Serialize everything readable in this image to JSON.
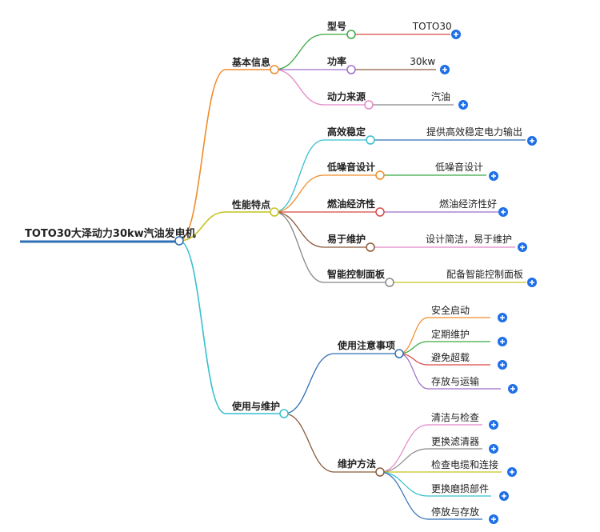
{
  "root": {
    "label": "TOTO30大泽动力30kw汽油发电机",
    "color": "#2e6fb5",
    "children": [
      {
        "label": "基本信息",
        "color": "#f08c2a",
        "children": [
          {
            "label": "型号",
            "color": "#3aa845",
            "children": [
              {
                "label": "TOTO30",
                "color": "#d94848"
              }
            ]
          },
          {
            "label": "功率",
            "color": "#9c6fc7",
            "children": [
              {
                "label": "30kw",
                "color": "#8b5a3c"
              }
            ]
          },
          {
            "label": "动力来源",
            "color": "#e486c6",
            "children": [
              {
                "label": "汽油",
                "color": "#888888"
              }
            ]
          }
        ]
      },
      {
        "label": "性能特点",
        "color": "#c4c21e",
        "children": [
          {
            "label": "高效稳定",
            "color": "#36bfcf",
            "children": [
              {
                "label": "提供高效稳定电力输出",
                "color": "#2e6fb5"
              }
            ]
          },
          {
            "label": "低噪音设计",
            "color": "#f08c2a",
            "children": [
              {
                "label": "低噪音设计",
                "color": "#3aa845"
              }
            ]
          },
          {
            "label": "燃油经济性",
            "color": "#d94848",
            "children": [
              {
                "label": "燃油经济性好",
                "color": "#9c6fc7"
              }
            ]
          },
          {
            "label": "易于维护",
            "color": "#8b5a3c",
            "children": [
              {
                "label": "设计简洁，易于维护",
                "color": "#e486c6"
              }
            ]
          },
          {
            "label": "智能控制面板",
            "color": "#888888",
            "children": [
              {
                "label": "配备智能控制面板",
                "color": "#c4c21e"
              }
            ]
          }
        ]
      },
      {
        "label": "使用与维护",
        "color": "#36bfcf",
        "children": [
          {
            "label": "使用注意事项",
            "color": "#2e6fb5",
            "children": [
              {
                "label": "安全启动",
                "color": "#f08c2a"
              },
              {
                "label": "定期维护",
                "color": "#3aa845"
              },
              {
                "label": "避免超载",
                "color": "#d94848"
              },
              {
                "label": "存放与运输",
                "color": "#9c6fc7"
              }
            ]
          },
          {
            "label": "维护方法",
            "color": "#8b5a3c",
            "children": [
              {
                "label": "清洁与检查",
                "color": "#e486c6"
              },
              {
                "label": "更换滤清器",
                "color": "#888888"
              },
              {
                "label": "检查电缆和连接",
                "color": "#c4c21e"
              },
              {
                "label": "更换磨损部件",
                "color": "#36bfcf"
              },
              {
                "label": "停放与存放",
                "color": "#2e6fb5"
              }
            ]
          }
        ]
      }
    ]
  },
  "expand_button": {
    "symbol": "+",
    "color": "#1e6fe8"
  }
}
